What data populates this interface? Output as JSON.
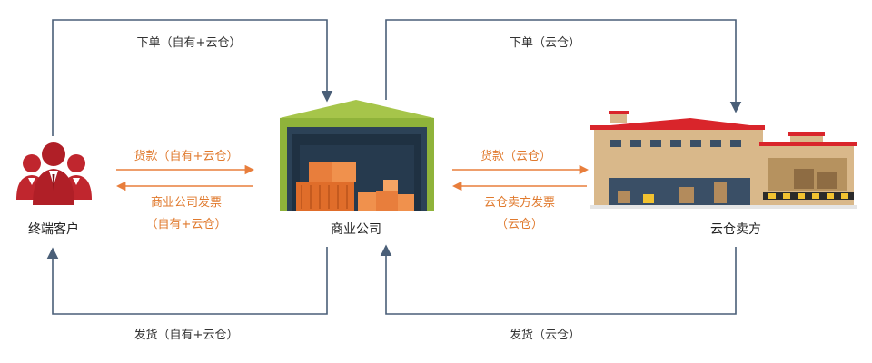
{
  "nodes": {
    "customer": "终端客户",
    "company": "商业公司",
    "seller": "云仓卖方"
  },
  "flows": {
    "order_self_cloud": "下单（自有+云仓）",
    "order_cloud": "下单（云仓）",
    "payment_self_cloud": "货款（自有+云仓）",
    "invoice_company_line1": "商业公司发票",
    "invoice_company_line2": "（自有+云仓）",
    "payment_cloud": "货款（云仓）",
    "invoice_seller_line1": "云仓卖方发票",
    "invoice_seller_line2": "（云仓）",
    "ship_self_cloud": "发货（自有+云仓）",
    "ship_cloud": "发货（云仓）"
  },
  "colors": {
    "line_blue": "#4a5f78",
    "arrow_orange": "#e87e3c",
    "person_red": "#c0262e",
    "warehouse_green": "#8fb33a",
    "roof_red": "#d9252b",
    "building_tan": "#d9b88a"
  }
}
